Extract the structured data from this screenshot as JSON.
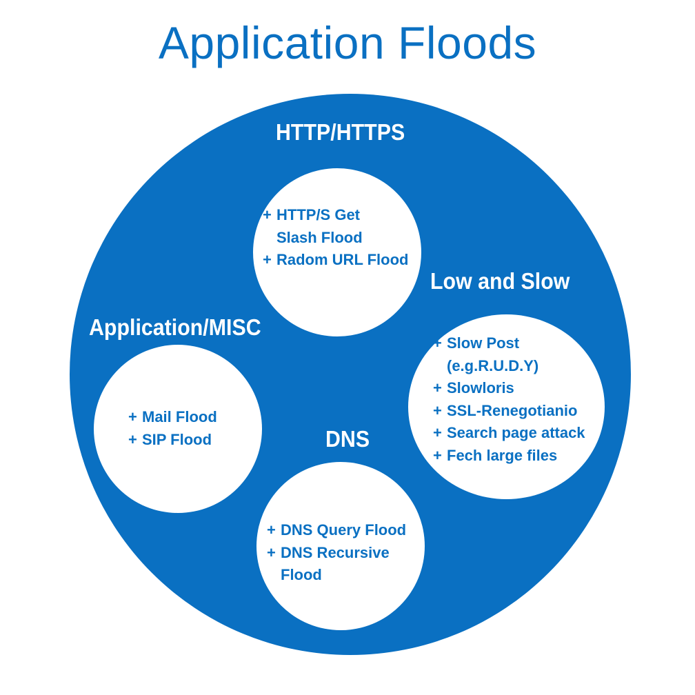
{
  "title": "Application Floods",
  "colors": {
    "primary_blue": "#0a70c2",
    "white": "#ffffff"
  },
  "groups": [
    {
      "id": "http",
      "heading": "HTTP/HTTPS",
      "lines": [
        {
          "plus": "+",
          "text": "HTTP/S Get"
        },
        {
          "plus": "",
          "text": "Slash Flood"
        },
        {
          "plus": "+",
          "text": "Radom URL Flood"
        }
      ]
    },
    {
      "id": "low-slow",
      "heading": "Low and Slow",
      "lines": [
        {
          "plus": "+",
          "text": "Slow Post"
        },
        {
          "plus": "",
          "text": "(e.g.R.U.D.Y)"
        },
        {
          "plus": "+",
          "text": "Slowloris"
        },
        {
          "plus": "+",
          "text": "SSL-Renegotianio"
        },
        {
          "plus": "+",
          "text": "Search page attack"
        },
        {
          "plus": "+",
          "text": "Fech large files"
        }
      ]
    },
    {
      "id": "misc",
      "heading": "Application/MISC",
      "lines": [
        {
          "plus": "+",
          "text": "Mail Flood"
        },
        {
          "plus": "+",
          "text": "SIP Flood"
        }
      ]
    },
    {
      "id": "dns",
      "heading": "DNS",
      "lines": [
        {
          "plus": "+",
          "text": "DNS Query Flood"
        },
        {
          "plus": "+",
          "text": "DNS Recursive"
        },
        {
          "plus": "",
          "text": "Flood"
        }
      ]
    }
  ]
}
